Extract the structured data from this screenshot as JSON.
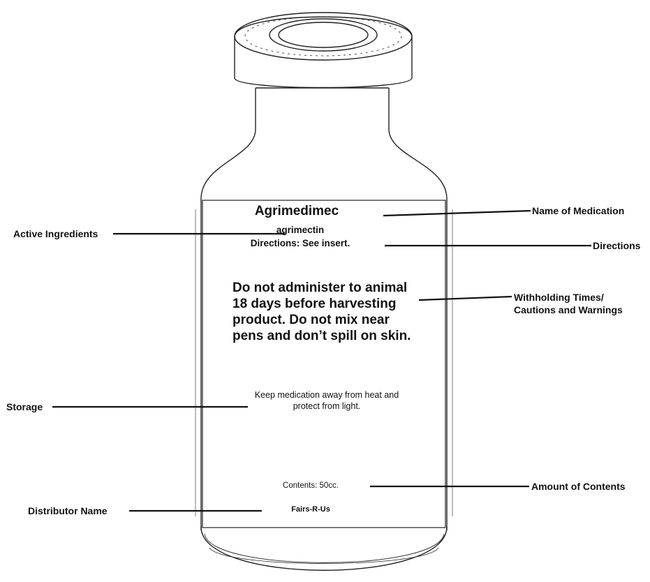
{
  "label": {
    "name": "Agrimedimec",
    "ingredient": "agrimectin",
    "directions": "Directions: See insert.",
    "warning": [
      "Do not administer to animal",
      "18 days before harvesting",
      "product.  Do not mix near",
      "pens and don’t spill on skin."
    ],
    "storage": [
      "Keep medication away from heat and",
      "protect from light."
    ],
    "contents": "Contents:  50cc.",
    "distributor": "Fairs-R-Us"
  },
  "callouts": {
    "name": "Name of Medication",
    "active": "Active Ingredients",
    "directions": "Directions",
    "withholding": [
      "Withholding Times/",
      "Cautions and Warnings"
    ],
    "storage": "Storage",
    "amount": "Amount of Contents",
    "distributor": "Distributor Name"
  }
}
